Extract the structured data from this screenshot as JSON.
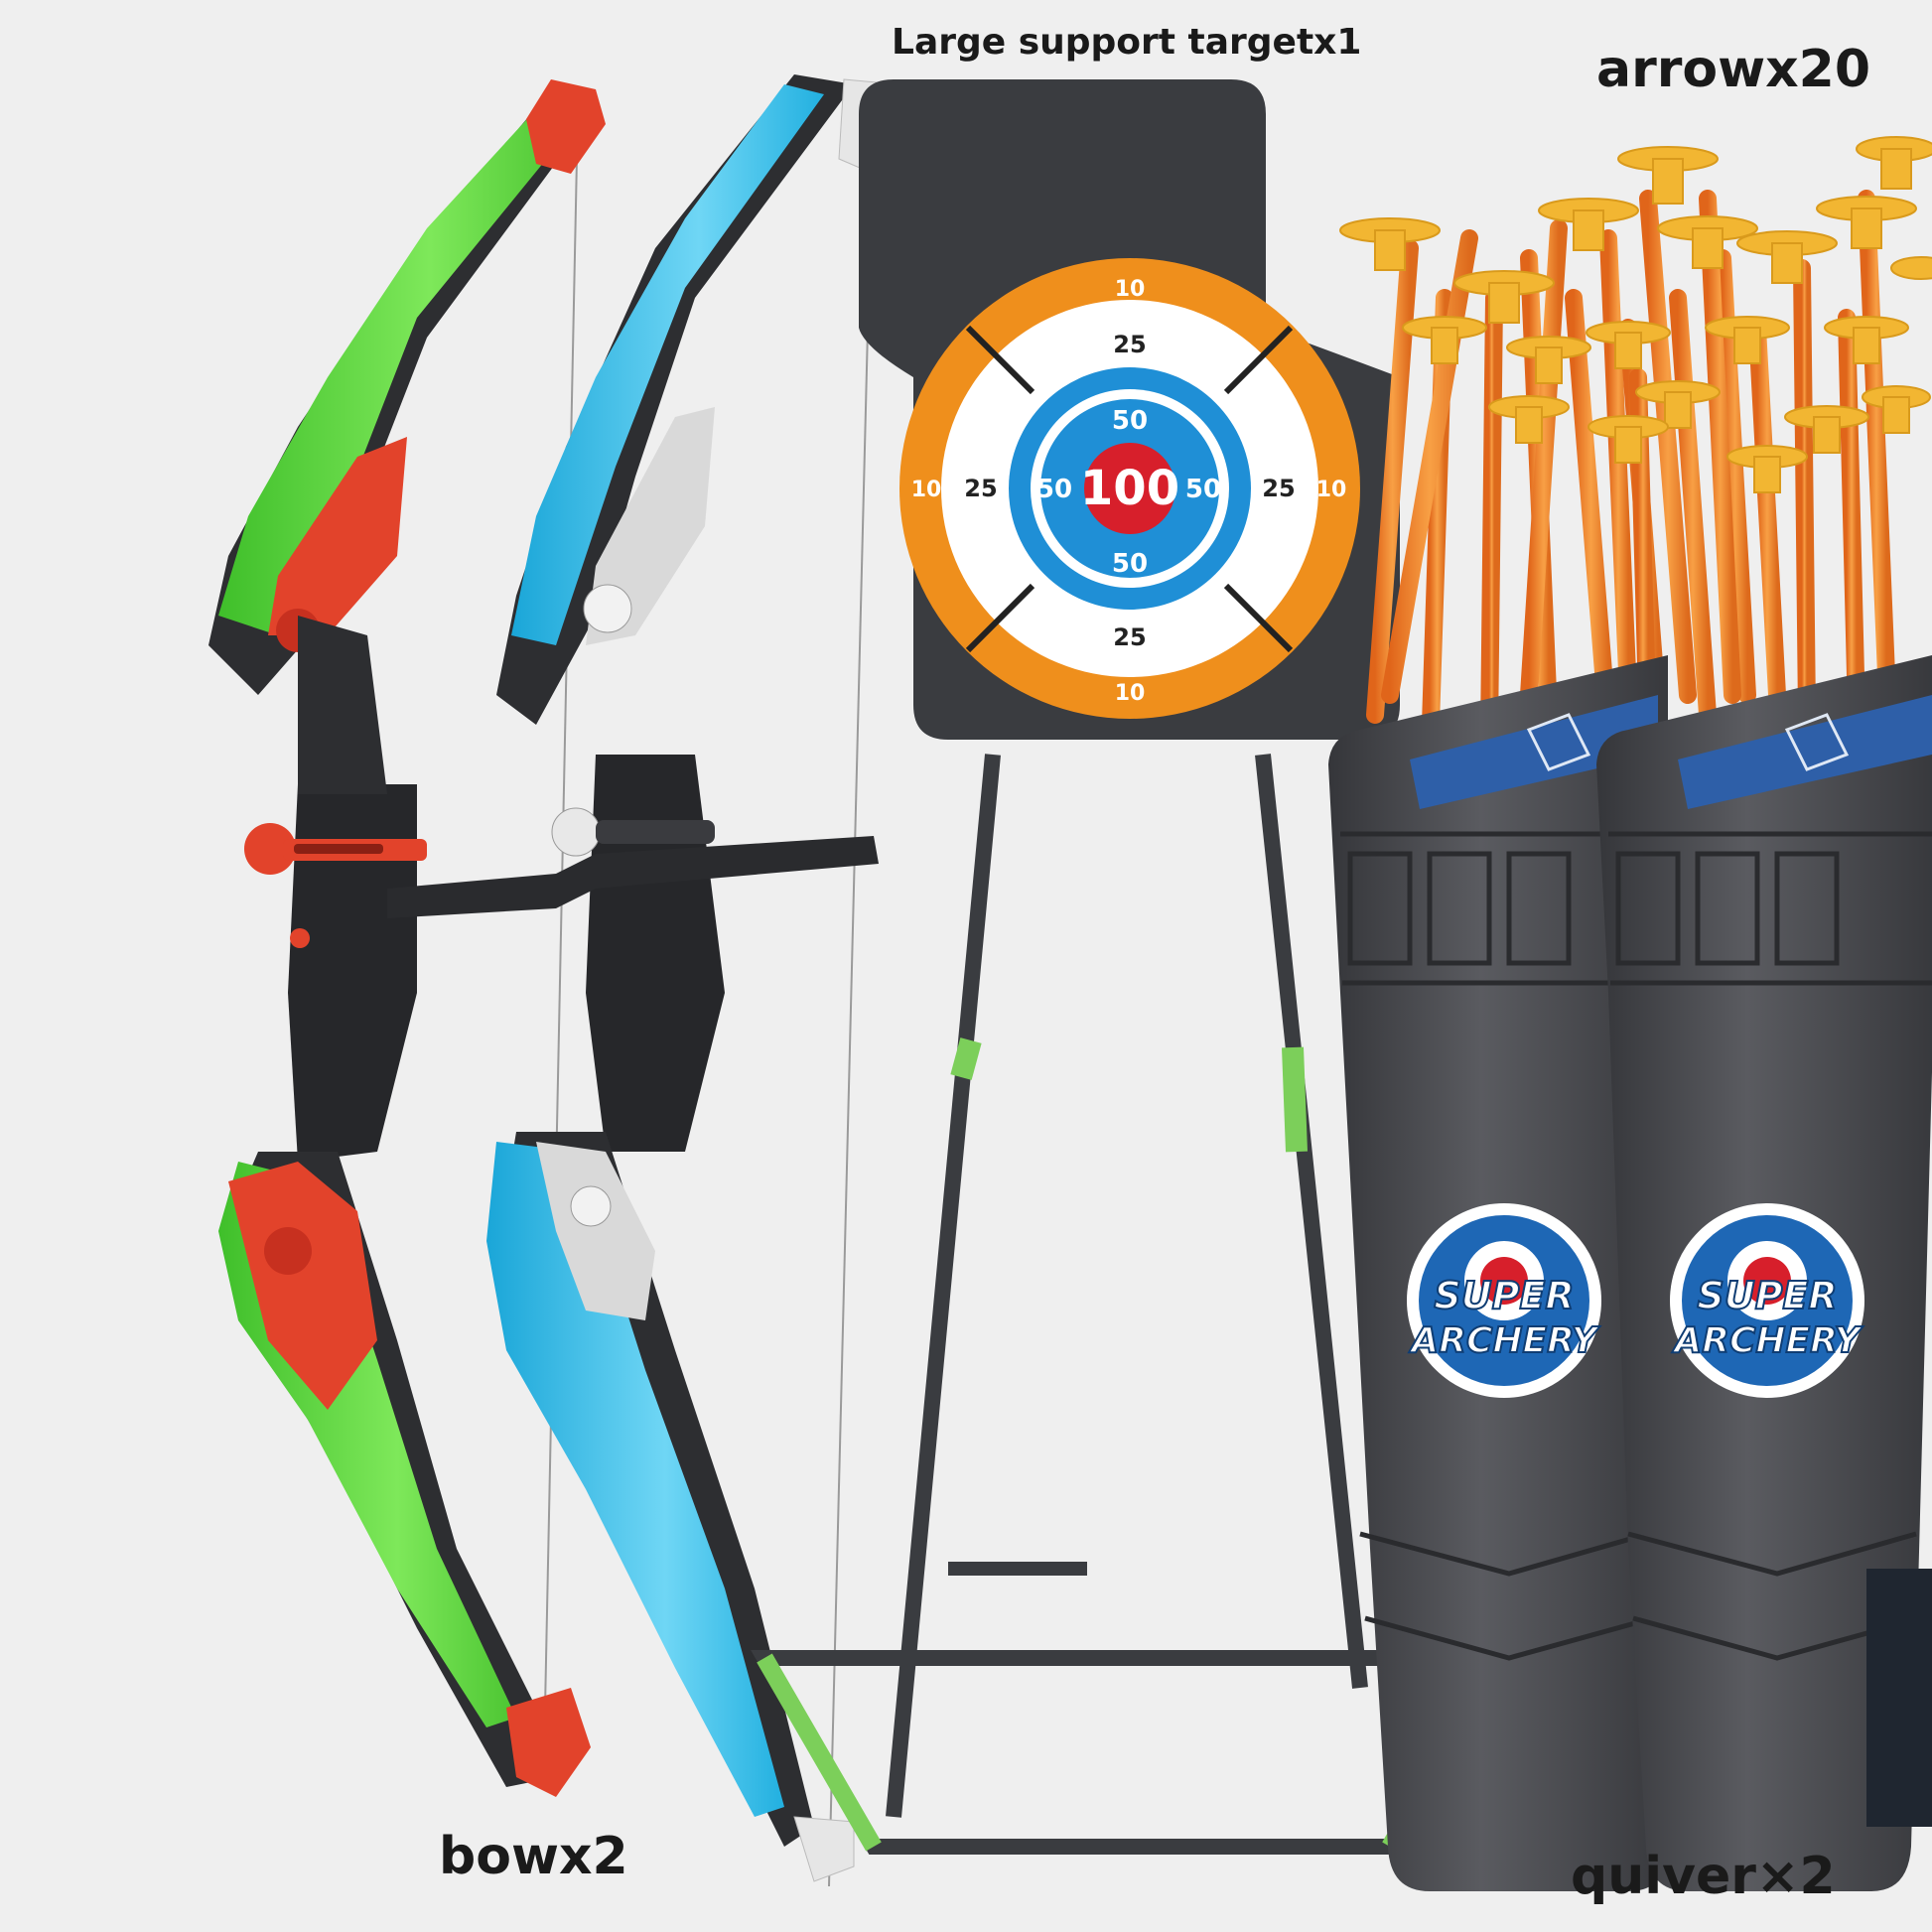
{
  "labels": {
    "target": "Large support targetx1",
    "arrows": "arrowx20",
    "bows": "bowx2",
    "quivers": "quiver×2"
  },
  "target": {
    "center": "100",
    "inner": "50",
    "middle": "25",
    "outer": "10"
  },
  "quiver_logo": {
    "line1": "SUPER",
    "line2": "ARCHERY"
  },
  "colors": {
    "background": "#efefef",
    "green_bow": "#5fd43a",
    "blue_bow": "#2eb8e6",
    "bow_accent": "#e2432b",
    "target_board": "#3a3c40",
    "target_orange": "#ef8f1c",
    "target_blue": "#1f8fd6",
    "target_red": "#d71f2b",
    "arrow_shaft": "#f07c1e",
    "arrow_cup": "#f2b632",
    "quiver_body": "#4b4c50",
    "stand_green": "#7ccf5a"
  }
}
